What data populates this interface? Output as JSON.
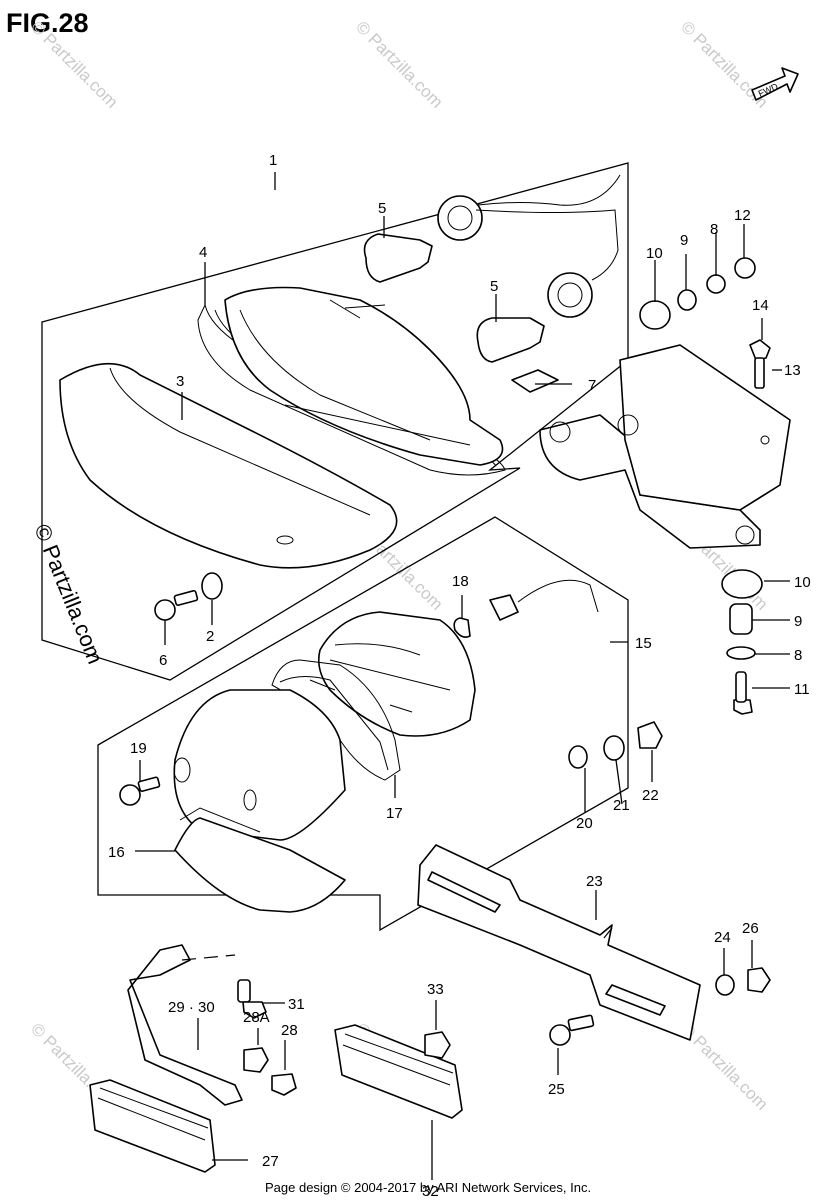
{
  "figure": {
    "title": "FIG.28",
    "fwd_label": "FWD",
    "footer": "Page design © 2004-2017 by ARI Network Services, Inc.",
    "side_watermark": "© Partzilla.com",
    "watermark": "© Partzilla.com"
  },
  "callouts": [
    {
      "id": "c1",
      "text": "1"
    },
    {
      "id": "c2",
      "text": "2"
    },
    {
      "id": "c3",
      "text": "3"
    },
    {
      "id": "c4",
      "text": "4"
    },
    {
      "id": "c5a",
      "text": "5"
    },
    {
      "id": "c5b",
      "text": "5"
    },
    {
      "id": "c6",
      "text": "6"
    },
    {
      "id": "c7",
      "text": "7"
    },
    {
      "id": "c8a",
      "text": "8"
    },
    {
      "id": "c8b",
      "text": "8"
    },
    {
      "id": "c9a",
      "text": "9"
    },
    {
      "id": "c9b",
      "text": "9"
    },
    {
      "id": "c10a",
      "text": "10"
    },
    {
      "id": "c10b",
      "text": "10"
    },
    {
      "id": "c11",
      "text": "11"
    },
    {
      "id": "c12",
      "text": "12"
    },
    {
      "id": "c13",
      "text": "13"
    },
    {
      "id": "c14",
      "text": "14"
    },
    {
      "id": "c15",
      "text": "15"
    },
    {
      "id": "c16",
      "text": "16"
    },
    {
      "id": "c17",
      "text": "17"
    },
    {
      "id": "c18",
      "text": "18"
    },
    {
      "id": "c19",
      "text": "19"
    },
    {
      "id": "c20",
      "text": "20"
    },
    {
      "id": "c21",
      "text": "21"
    },
    {
      "id": "c22",
      "text": "22"
    },
    {
      "id": "c23",
      "text": "23"
    },
    {
      "id": "c24",
      "text": "24"
    },
    {
      "id": "c25",
      "text": "25"
    },
    {
      "id": "c26",
      "text": "26"
    },
    {
      "id": "c27",
      "text": "27"
    },
    {
      "id": "c28",
      "text": "28"
    },
    {
      "id": "c28a",
      "text": "28A"
    },
    {
      "id": "c2930",
      "text": "29 · 30"
    },
    {
      "id": "c31",
      "text": "31"
    },
    {
      "id": "c32",
      "text": "32"
    },
    {
      "id": "c33",
      "text": "33"
    }
  ],
  "colors": {
    "line": "#000000",
    "watermark": "#c9c9c9",
    "background": "#ffffff"
  }
}
